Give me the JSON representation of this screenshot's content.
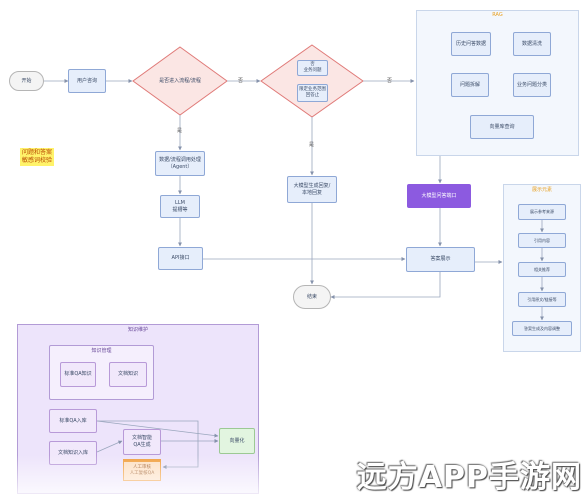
{
  "diagram": {
    "start": "开始",
    "user_question": "用户咨询",
    "decision_process": "是否进入流程/流程",
    "decision_yes_label": "是",
    "decision_no_label": "否",
    "decision2_no_label": "否",
    "decision2_yes_label": "是",
    "yes_label": "是",
    "d2_box1": "否\n业务问题",
    "d2_box2": "限定业务范围\n回答止",
    "agent_node": "数据/流程调用处理\n（Agent）",
    "llm_node": "LLM\n提槽等",
    "api_node": "API接口",
    "bigmodel_node": "大模型生成回复/\n本地回复",
    "end_node": "结束",
    "answer_display": "答案展示",
    "purple_title_node": "大模型问答端口",
    "sticky_note": "问题和答案\n敏感词校验",
    "rag": {
      "title": "RAG",
      "items": [
        "历史问答数据",
        "数据清洗",
        "问题拆解",
        "业务问题分类",
        "向量库查询"
      ]
    },
    "right_panel": {
      "title": "展示元素",
      "items": [
        "展示参考来源",
        "引用内容",
        "相关推荐",
        "引用原文/链接等",
        "答案生成及内容调整"
      ]
    },
    "knowledge": {
      "title": "知识维护",
      "mgmt_title": "知识管理",
      "std_qa": "标准QA知识",
      "doc_knowledge": "文档知识",
      "std_qa_input": "标准QA入库",
      "doc_input": "文档知识入库",
      "doc_qa": "文档智能\nQA生成",
      "human_review": "人工审核\n人工复核QA",
      "vectorize": "向量化"
    }
  },
  "watermark": "远方APP手游网",
  "colors": {
    "edge": "#9aa6bd",
    "arrow": "#8592ab",
    "diamond_fill": "#fbe6e4",
    "diamond_stroke": "#e07a78",
    "orange_accent": "#f0a040"
  }
}
